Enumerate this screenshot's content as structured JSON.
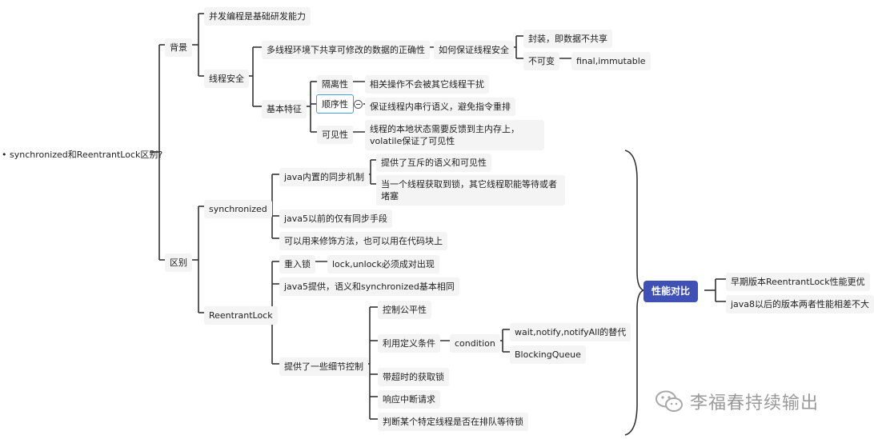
{
  "root": "synchronized和ReentrantLock区别?",
  "background": {
    "label": "背景",
    "concurrency": "并发编程是基础研发能力",
    "thread_safety": {
      "label": "线程安全",
      "correctness": "多线程环境下共享可修改的数据的正确性",
      "how": "如何保证线程安全",
      "encapsulation": "封装，即数据不共享",
      "immutable": "不可变",
      "immutable_detail": "final,immutable",
      "basic": {
        "label": "基本特征",
        "isolation": "隔离性",
        "isolation_detail": "相关操作不会被其它线程干扰",
        "order": "顺序性",
        "order_detail": "保证线程内串行语义，避免指令重排",
        "visibility": "可见性",
        "visibility_detail": "线程的本地状态需要反馈到主内存上，volatile保证了可见性"
      }
    }
  },
  "difference": {
    "label": "区别",
    "sync": {
      "label": "synchronized",
      "builtin": "java内置的同步机制",
      "mutex": "提供了互斥的语义和可见性",
      "block": "当一个线程获取到锁，其它线程职能等待或者堵塞",
      "java5": "java5以前的仅有同步手段",
      "usage": "可以用来修饰方法，也可以用在代码块上"
    },
    "rl": {
      "label": "ReentrantLock",
      "reentrant": "重入锁",
      "reentrant_detail": "lock,unlock必须成对出现",
      "java5": "java5提供，语义和synchronized基本相同",
      "detail": "提供了一些细节控制",
      "fair": "控制公平性",
      "cond": "利用定义条件",
      "condition": "condition",
      "wait": "wait,notify,notifyAll的替代",
      "bq": "BlockingQueue",
      "timeout": "带超时的获取锁",
      "interrupt": "响应中断请求",
      "queued": "判断某个特定线程是否在排队等待锁"
    }
  },
  "perf": {
    "label": "性能对比",
    "early": "早期版本ReentrantLock性能更优",
    "java8": "java8以后的版本两者性能相差不大"
  },
  "watermark": "李福春持续输出",
  "colors": {
    "line": "#333333",
    "compare": "#3f51b5",
    "selected_border": "#3aa0e8"
  }
}
